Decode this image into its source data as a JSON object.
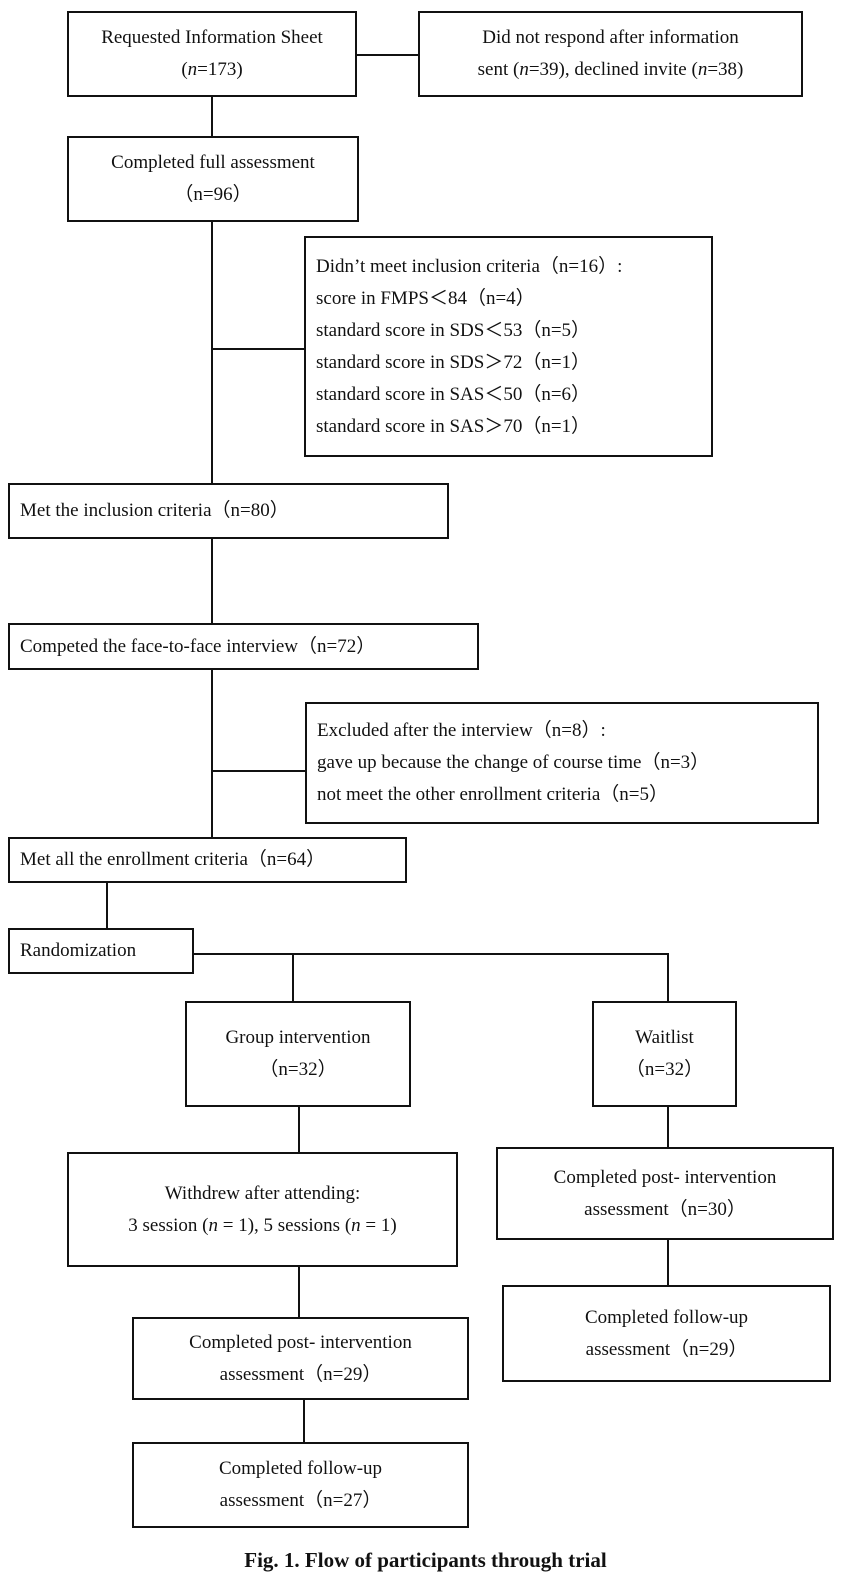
{
  "boxes": {
    "requested": {
      "line1": "Requested Information Sheet",
      "line2_pre": "(",
      "line2_n": "n",
      "line2_post": "=173)"
    },
    "no_response": {
      "line1": "Did not respond after information",
      "line2_a": "sent (",
      "line2_n1": "n",
      "line2_b": "=39), declined invite (",
      "line2_n2": "n",
      "line2_c": "=38)"
    },
    "full_assessment": {
      "line1": "Completed full assessment",
      "line2": "（n=96）"
    },
    "not_meet_inclusion": {
      "lines": [
        "Didn’t meet inclusion criteria（n=16）:",
        "score in FMPS＜84（n=4）",
        "standard score in SDS＜53（n=5）",
        "standard score in SDS＞72（n=1）",
        "standard score in SAS＜50（n=6）",
        "standard score in SAS＞70（n=1）"
      ]
    },
    "met_inclusion": {
      "line1": "Met the inclusion criteria（n=80）"
    },
    "interview": {
      "line1": "Competed the face-to-face interview（n=72）"
    },
    "excluded_interview": {
      "lines": [
        "Excluded after the interview（n=8）:",
        "gave up because the change of course time（n=3）",
        "not meet the other enrollment criteria（n=5）"
      ]
    },
    "met_enrollment": {
      "line1": "Met all the enrollment criteria（n=64）"
    },
    "randomization": {
      "line1": "Randomization"
    },
    "group_intervention": {
      "line1": "Group intervention",
      "line2": "（n=32）"
    },
    "waitlist": {
      "line1": "Waitlist",
      "line2": "（n=32）"
    },
    "withdrew": {
      "line1": "Withdrew after attending:",
      "line2_a": "3 session (",
      "line2_n1": "n",
      "line2_b": " = 1), 5 sessions (",
      "line2_n2": "n",
      "line2_c": " = 1)"
    },
    "group_post": {
      "line1": "Completed post- intervention",
      "line2": "assessment（n=29）"
    },
    "group_follow": {
      "line1": "Completed follow-up",
      "line2": "assessment（n=27）"
    },
    "wait_post": {
      "line1": "Completed post- intervention",
      "line2": "assessment（n=30）"
    },
    "wait_follow": {
      "line1": "Completed follow-up",
      "line2": "assessment（n=29）"
    }
  },
  "caption": "Fig. 1. Flow of participants through trial"
}
